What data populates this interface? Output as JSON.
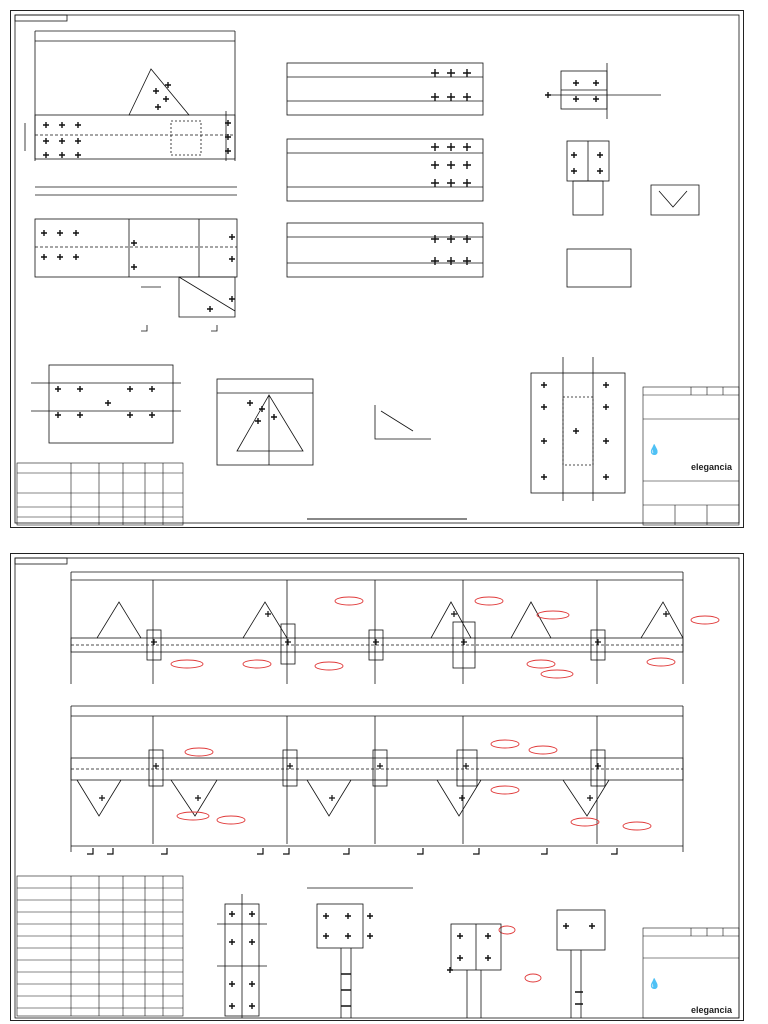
{
  "document": {
    "type": "steel structure connection drawings",
    "sheet_count": 2
  },
  "title_block": {
    "brand": "elegancia",
    "brand_mark": "drop-logo-icon",
    "accent_color": "#1d8fd3"
  },
  "colors": {
    "line": "#111111",
    "markup_revision": "#e03a3a"
  }
}
